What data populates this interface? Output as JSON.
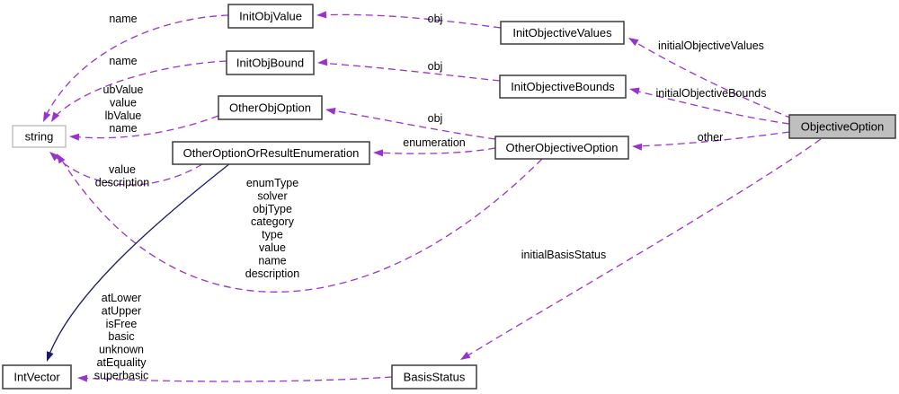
{
  "diagram": {
    "kind": "collaboration-graph",
    "colors": {
      "background": "#ffffff",
      "edge_dashed": "#9a32cd",
      "edge_solid": "#191970",
      "node_fill": "#ffffff",
      "highlight_fill": "#bfbfbf",
      "node_border": "#3c3c3c",
      "string_border": "#b4b4b4",
      "text": "#000000"
    },
    "nodes": [
      {
        "id": "string",
        "label": "string",
        "highlight": false
      },
      {
        "id": "InitObjValue",
        "label": "InitObjValue",
        "highlight": false
      },
      {
        "id": "InitObjBound",
        "label": "InitObjBound",
        "highlight": false
      },
      {
        "id": "OtherObjOption",
        "label": "OtherObjOption",
        "highlight": false
      },
      {
        "id": "OtherOptionOrResultEnumeration",
        "label": "OtherOptionOrResultEnumeration",
        "highlight": false
      },
      {
        "id": "InitObjectiveValues",
        "label": "InitObjectiveValues",
        "highlight": false
      },
      {
        "id": "InitObjectiveBounds",
        "label": "InitObjectiveBounds",
        "highlight": false
      },
      {
        "id": "OtherObjectiveOption",
        "label": "OtherObjectiveOption",
        "highlight": false
      },
      {
        "id": "ObjectiveOption",
        "label": "ObjectiveOption",
        "highlight": true
      },
      {
        "id": "IntVector",
        "label": "IntVector",
        "highlight": false
      },
      {
        "id": "BasisStatus",
        "label": "BasisStatus",
        "highlight": false
      }
    ],
    "edges": [
      {
        "from": "InitObjValue",
        "to": "string",
        "style": "dashed",
        "label": [
          "name"
        ]
      },
      {
        "from": "InitObjBound",
        "to": "string",
        "style": "dashed",
        "label": [
          "name"
        ]
      },
      {
        "from": "OtherObjOption",
        "to": "string",
        "style": "dashed",
        "label": [
          "ubValue",
          "value",
          "lbValue",
          "name"
        ]
      },
      {
        "from": "OtherOptionOrResultEnumeration",
        "to": "string",
        "style": "dashed",
        "label": [
          "value",
          "description"
        ]
      },
      {
        "from": "OtherObjectiveOption",
        "to": "string",
        "style": "dashed",
        "label": [
          "enumType",
          "solver",
          "objType",
          "category",
          "type",
          "value",
          "name",
          "description"
        ]
      },
      {
        "from": "InitObjectiveValues",
        "to": "InitObjValue",
        "style": "dashed",
        "label": [
          "obj"
        ]
      },
      {
        "from": "InitObjectiveBounds",
        "to": "InitObjBound",
        "style": "dashed",
        "label": [
          "obj"
        ]
      },
      {
        "from": "OtherObjectiveOption",
        "to": "OtherObjOption",
        "style": "dashed",
        "label": [
          "obj"
        ]
      },
      {
        "from": "OtherObjectiveOption",
        "to": "OtherOptionOrResultEnumeration",
        "style": "dashed",
        "label": [
          "enumeration"
        ]
      },
      {
        "from": "ObjectiveOption",
        "to": "InitObjectiveValues",
        "style": "dashed",
        "label": [
          "initialObjectiveValues"
        ]
      },
      {
        "from": "ObjectiveOption",
        "to": "InitObjectiveBounds",
        "style": "dashed",
        "label": [
          "initialObjectiveBounds"
        ]
      },
      {
        "from": "ObjectiveOption",
        "to": "OtherObjectiveOption",
        "style": "dashed",
        "label": [
          "other"
        ]
      },
      {
        "from": "ObjectiveOption",
        "to": "BasisStatus",
        "style": "dashed",
        "label": [
          "initialBasisStatus"
        ]
      },
      {
        "from": "BasisStatus",
        "to": "IntVector",
        "style": "dashed",
        "label": [
          "atLower",
          "atUpper",
          "isFree",
          "basic",
          "unknown",
          "atEquality",
          "superbasic"
        ]
      },
      {
        "from": "OtherOptionOrResultEnumeration",
        "to": "IntVector",
        "style": "solid",
        "label": []
      }
    ]
  }
}
